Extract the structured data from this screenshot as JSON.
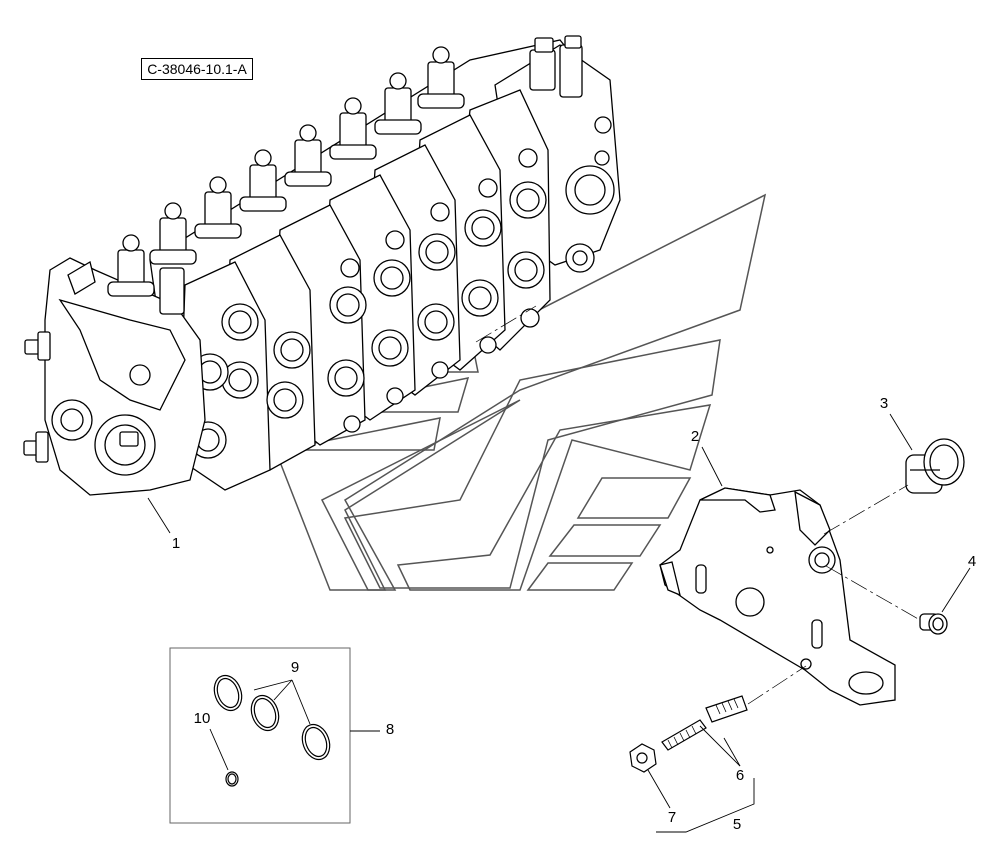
{
  "reference_code": "C-38046-10.1-A",
  "callouts": [
    {
      "id": "1",
      "label": "1"
    },
    {
      "id": "2",
      "label": "2"
    },
    {
      "id": "3",
      "label": "3"
    },
    {
      "id": "4",
      "label": "4"
    },
    {
      "id": "5",
      "label": "5"
    },
    {
      "id": "6",
      "label": "6"
    },
    {
      "id": "7",
      "label": "7"
    },
    {
      "id": "8",
      "label": "8"
    },
    {
      "id": "9",
      "label": "9"
    },
    {
      "id": "10",
      "label": "10"
    }
  ],
  "colors": {
    "line": "#000000",
    "background": "#ffffff",
    "watermark": "#555555"
  }
}
